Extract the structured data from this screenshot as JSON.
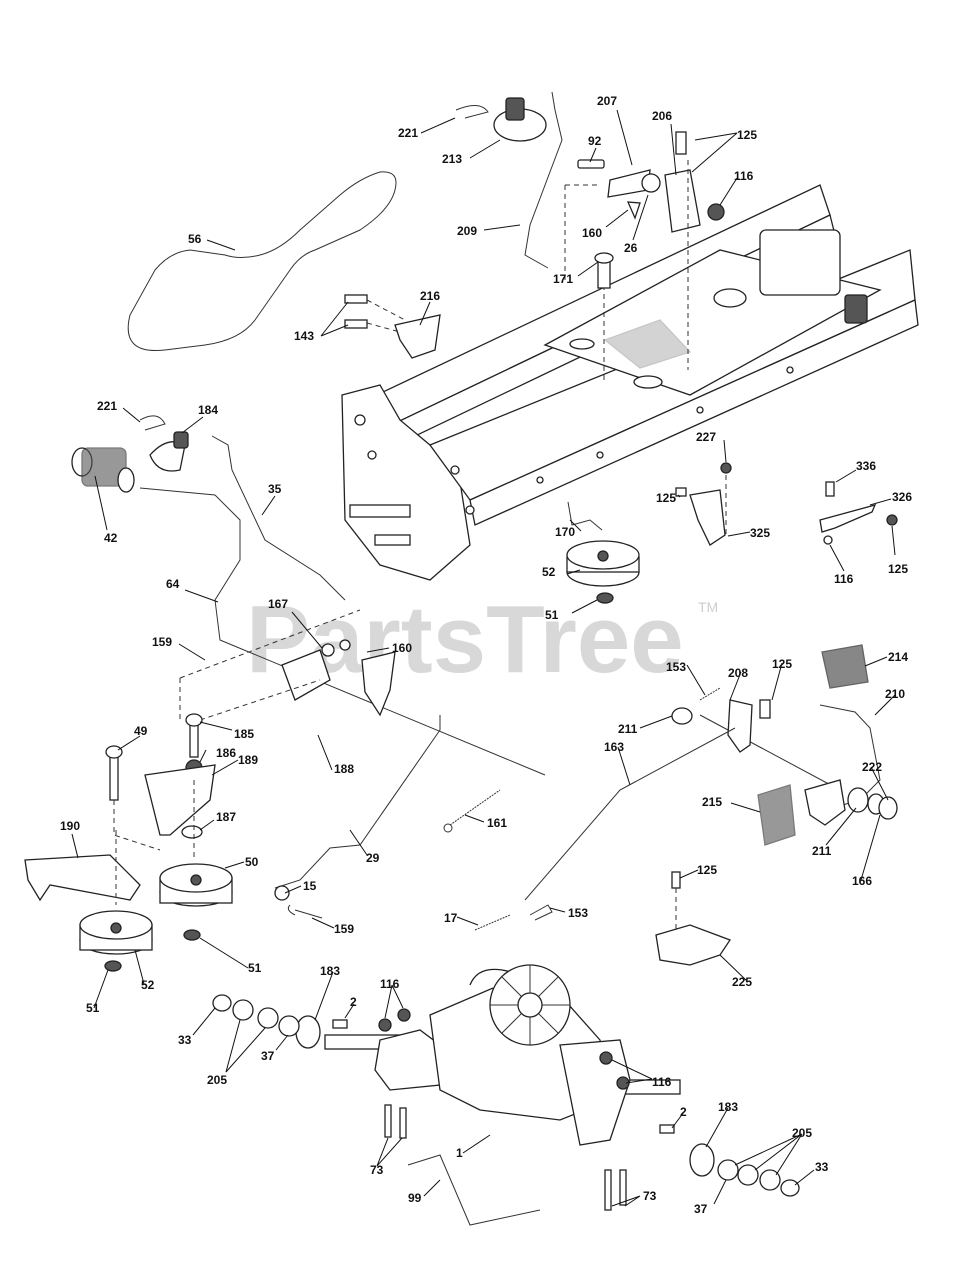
{
  "watermark": {
    "brand": "PartsTree",
    "mark": "TM"
  },
  "labels": {
    "l221a": "221",
    "l213": "213",
    "l56": "56",
    "l209": "209",
    "l207": "207",
    "l92": "92",
    "l206": "206",
    "l125a": "125",
    "l116a": "116",
    "l160a": "160",
    "l26": "26",
    "l171": "171",
    "l216": "216",
    "l143": "143",
    "l221b": "221",
    "l184": "184",
    "l42": "42",
    "l35": "35",
    "l64": "64",
    "l227": "227",
    "l125b": "125",
    "l325": "325",
    "l336": "336",
    "l326": "326",
    "l116b": "116",
    "l125c": "125",
    "l170": "170",
    "l52a": "52",
    "l51a": "51",
    "l167": "167",
    "l160b": "160",
    "l159a": "159",
    "l49": "49",
    "l185": "185",
    "l186": "186",
    "l189": "189",
    "l188": "188",
    "l187": "187",
    "l190": "190",
    "l50": "50",
    "l29": "29",
    "l161": "161",
    "l15": "15",
    "l159b": "159",
    "l51b": "51",
    "l52b": "52",
    "l51c": "51",
    "l153a": "153",
    "l208": "208",
    "l125d": "125",
    "l214": "214",
    "l211a": "211",
    "l210": "210",
    "l163": "163",
    "l215": "215",
    "l222": "222",
    "l211b": "211",
    "l166": "166",
    "l125e": "125",
    "l17": "17",
    "l153b": "153",
    "l225": "225",
    "l183a": "183",
    "l2a": "2",
    "l116c": "116",
    "l33a": "33",
    "l205a": "205",
    "l37a": "37",
    "l116d": "116",
    "l2b": "2",
    "l183b": "183",
    "l205b": "205",
    "l33b": "33",
    "l1": "1",
    "l73a": "73",
    "l99": "99",
    "l73b": "73",
    "l37b": "37"
  }
}
